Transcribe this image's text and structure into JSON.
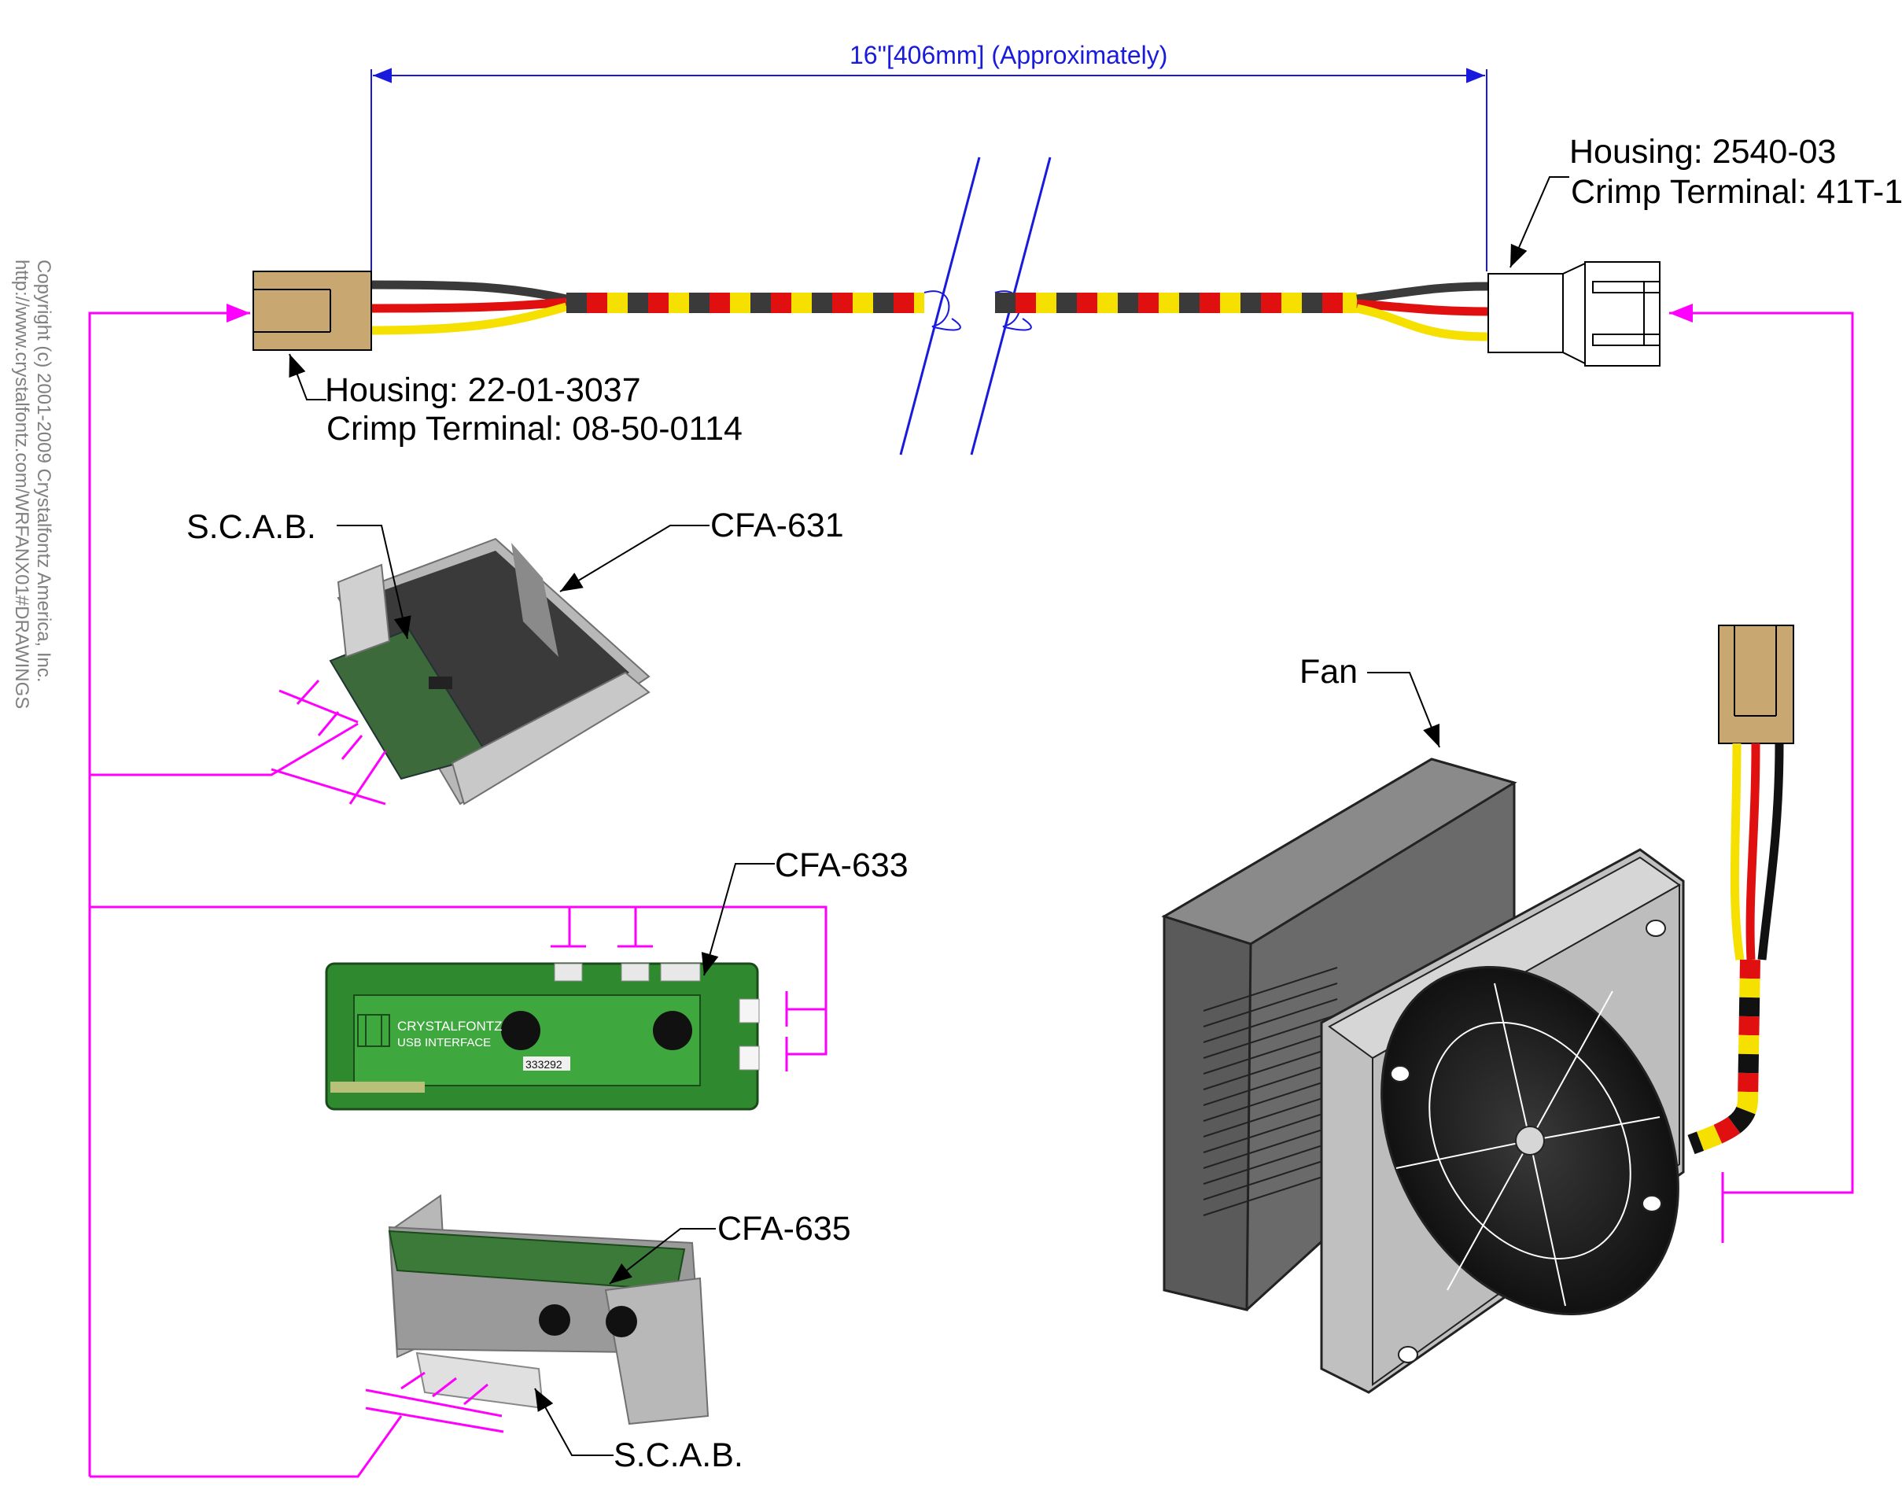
{
  "dimension": {
    "label": "16\"[406mm] (Approximately)",
    "color": "#1a1adc"
  },
  "left_connector": {
    "housing": "Housing: 22-01-3037",
    "crimp": "Crimp Terminal: 08-50-0114"
  },
  "right_connector": {
    "housing": "Housing: 2540-03",
    "crimp": "Crimp Terminal: 41T-1"
  },
  "copyright": {
    "line1": "Copyright (c) 2001-2009 Crystalfontz America, Inc.",
    "line2": "http://www.crystalfontz.com/WRFANX01#DRAWINGS"
  },
  "devices": {
    "scab_top": "S.C.A.B.",
    "cfa631": "CFA-631",
    "cfa633": "CFA-633",
    "cfa635": "CFA-635",
    "scab_bottom": "S.C.A.B.",
    "board_brand": "CRYSTALFONTZ",
    "board_sub": "USB INTERFACE",
    "board_serial": "333292"
  },
  "fan": {
    "label": "Fan"
  },
  "colors": {
    "wire_black": "#3a3a3a",
    "wire_red": "#e01010",
    "wire_yellow": "#f5e000",
    "connector_tan": "#c8a870",
    "flow_magenta": "#ff00ff",
    "pcb_green": "#2f8a2f"
  }
}
